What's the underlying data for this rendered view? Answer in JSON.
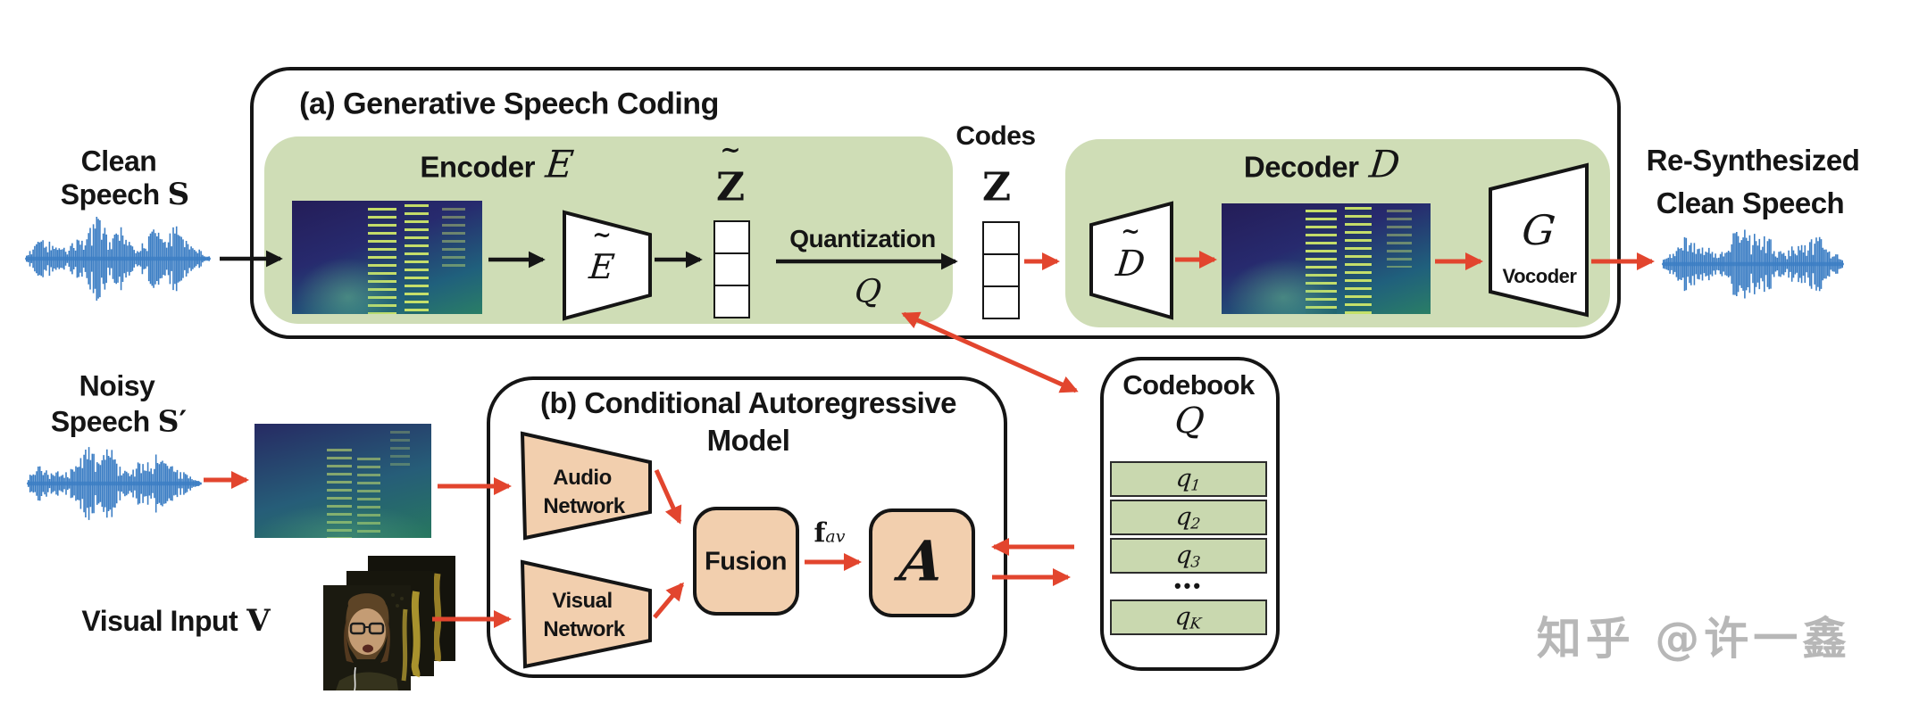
{
  "palette": {
    "panel_green": "#cfddb6",
    "row_green": "#c9d8af",
    "peach": "#f2cfae",
    "red": "#e2452e",
    "blue": "#3c7ec4",
    "ink": "#151515",
    "watermark_gray": "#b4b4b4"
  },
  "section_a": {
    "title": "(a) Generative Speech Coding",
    "input_label": {
      "line1": "Clean",
      "line2": "Speech",
      "symbol": "S"
    },
    "encoder_heading": {
      "text": "Encoder",
      "symbol": "E"
    },
    "encoder_block": {
      "symbol": "E",
      "tilde": "~"
    },
    "latent": {
      "symbol": "Z",
      "tilde": "~"
    },
    "quantization": {
      "label": "Quantization",
      "symbol": "Q"
    },
    "codes": {
      "label": "Codes",
      "symbol": "Z"
    },
    "decoder_heading": {
      "text": "Decoder",
      "symbol": "D"
    },
    "decoder_block": {
      "symbol": "D",
      "tilde": "~"
    },
    "vocoder": {
      "symbol": "G",
      "label": "Vocoder"
    },
    "output_label": {
      "line1": "Re-Synthesized",
      "line2": "Clean Speech"
    }
  },
  "section_b": {
    "title": {
      "line1": "(b) Conditional Autoregressive",
      "line2": "Model"
    },
    "noisy_label": {
      "line1": "Noisy",
      "line2": "Speech",
      "symbol": "S′"
    },
    "visual_label": {
      "text": "Visual Input",
      "symbol": "V"
    },
    "audio_network": {
      "line1": "Audio",
      "line2": "Network"
    },
    "visual_network": {
      "line1": "Visual",
      "line2": "Network"
    },
    "fusion_label": "Fusion",
    "fused_feature": {
      "base": "f",
      "sub": "av"
    },
    "model_symbol": "A"
  },
  "codebook": {
    "title": "Codebook",
    "symbol": "Q",
    "ellipsis": "•••",
    "entries": [
      {
        "base": "q",
        "sub": "1"
      },
      {
        "base": "q",
        "sub": "2"
      },
      {
        "base": "q",
        "sub": "3"
      },
      {
        "base": "q",
        "sub": "K"
      }
    ]
  },
  "watermark": "知乎 @许一鑫"
}
